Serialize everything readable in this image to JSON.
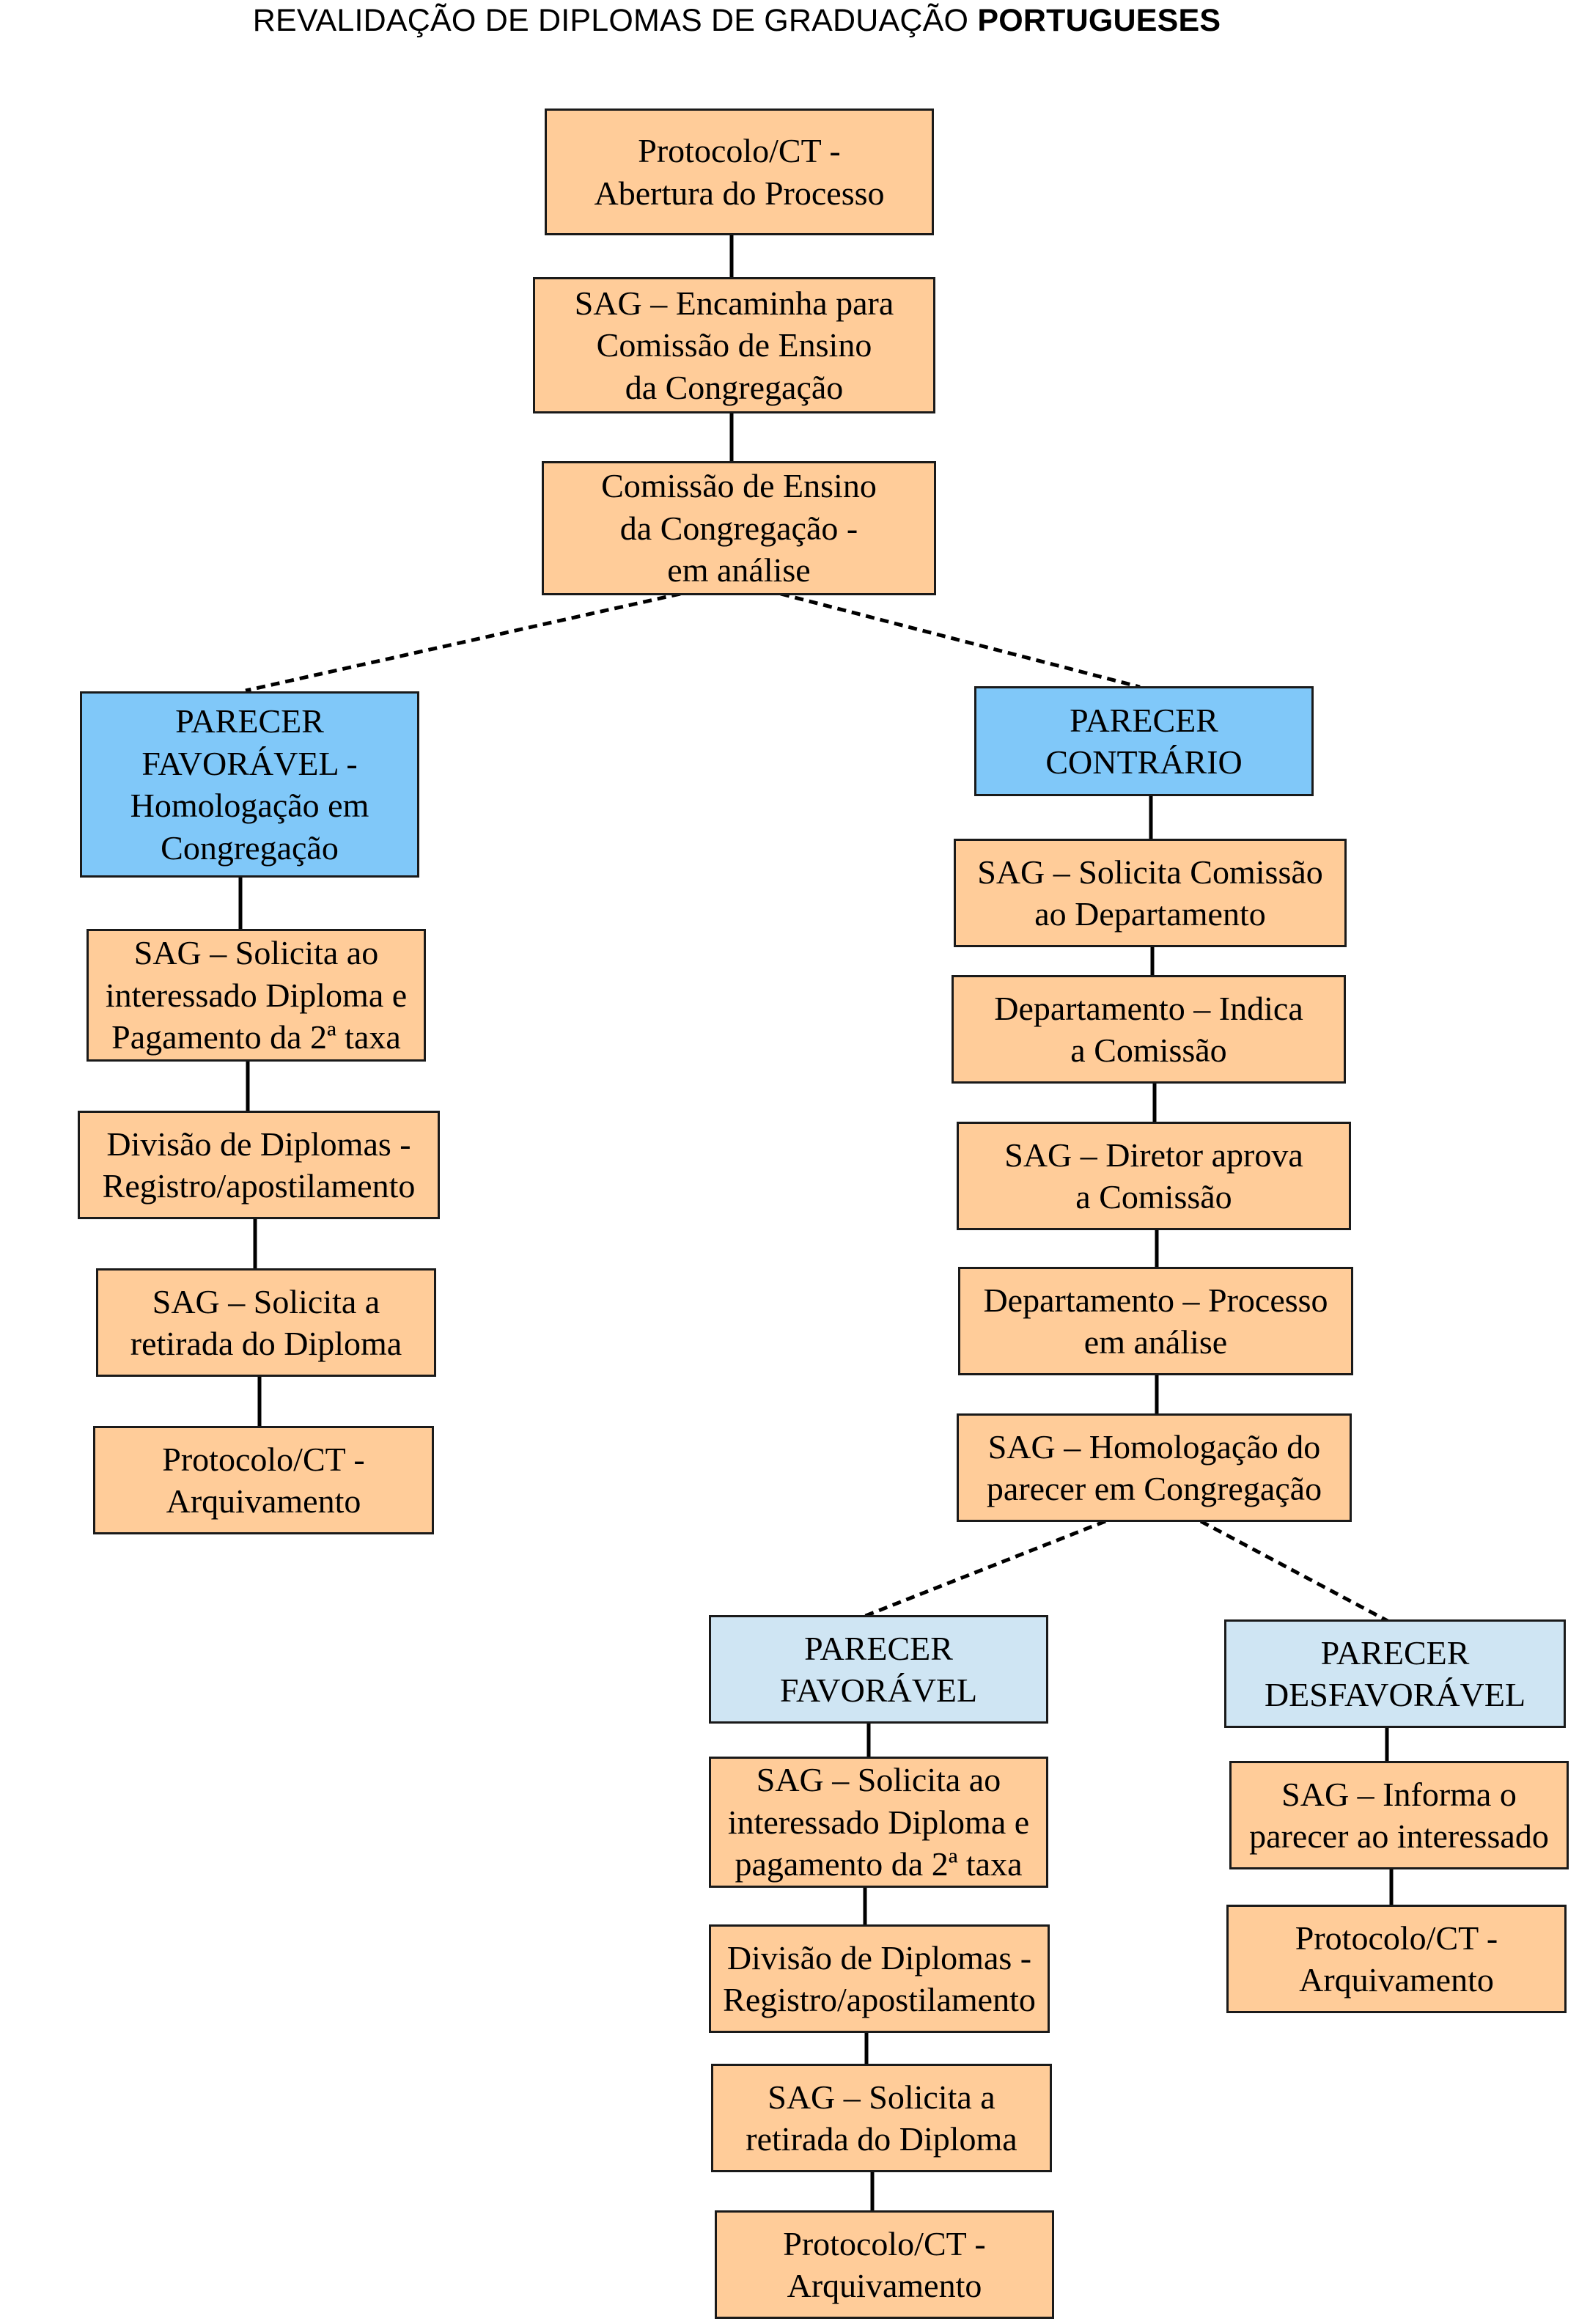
{
  "title": {
    "regular": "REVALIDAÇÃO DE DIPLOMAS DE GRADUAÇÃO ",
    "bold": "PORTUGUESES"
  },
  "colors": {
    "step_fill": "#ffcc99",
    "decision_fill": "#80c8f9",
    "sub_decision_fill": "#cfe5f3",
    "border": "#1a1a1a"
  },
  "nodes": {
    "abertura": "Protocolo/CT -\nAbertura do Processo",
    "encaminha": "SAG – Encaminha para\nComissão de Ensino\nda Congregação",
    "analise": "Comissão de Ensino\nda Congregação -\nem análise",
    "favoravel": "PARECER\nFAVORÁVEL -\nHomologação em\nCongregação",
    "contrario": "PARECER\nCONTRÁRIO",
    "l_solicita": "SAG – Solicita ao\ninteressado Diploma e\nPagamento da 2ª taxa",
    "l_divisao": "Divisão de Diplomas -\nRegistro/apostilamento",
    "l_retirada": "SAG – Solicita a\nretirada do Diploma",
    "l_arquivo": "Protocolo/CT -\nArquivamento",
    "r_comissao": "SAG – Solicita Comissão\nao Departamento",
    "r_indica": "Departamento – Indica\na Comissão",
    "r_diretor": "SAG – Diretor aprova\na Comissão",
    "r_processo": "Departamento – Processo\nem análise",
    "r_homolog": "SAG – Homologação do\nparecer em Congregação",
    "sub_favoravel": "PARECER\nFAVORÁVEL",
    "sub_desfavoravel": "PARECER\nDESFAVORÁVEL",
    "f_solicita": "SAG – Solicita ao\ninteressado Diploma e\npagamento da 2ª taxa",
    "f_divisao": "Divisão de Diplomas -\nRegistro/apostilamento",
    "f_retirada": "SAG – Solicita a\nretirada do Diploma",
    "f_arquivo": "Protocolo/CT -\nArquivamento",
    "d_informa": "SAG – Informa o\nparecer ao interessado",
    "d_arquivo": "Protocolo/CT -\nArquivamento"
  }
}
